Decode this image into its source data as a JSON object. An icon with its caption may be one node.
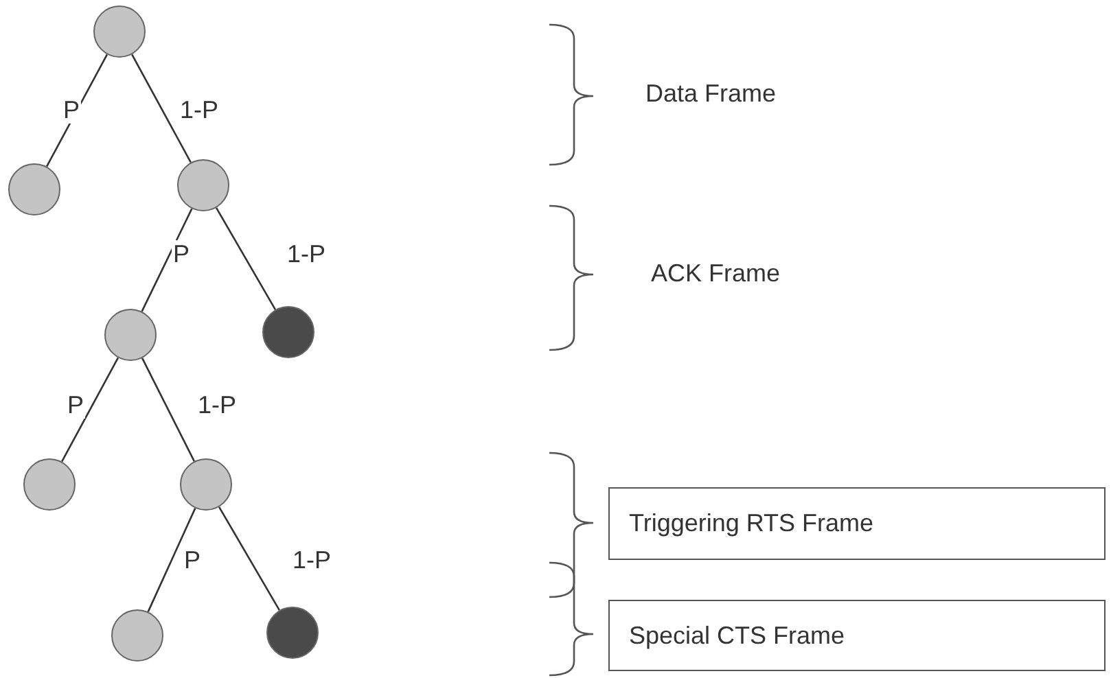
{
  "diagram": {
    "nodes": [
      {
        "text": [],
        "shape": "circle"
      },
      {
        "text": [],
        "shape": "circle"
      },
      {
        "text": [],
        "shape": "circle"
      },
      {
        "text": [],
        "shape": "circle"
      },
      {
        "text": [],
        "shape": "circle"
      },
      {
        "text": [],
        "shape": "circle"
      },
      {
        "text": [],
        "shape": "circle"
      },
      {
        "text": [],
        "shape": "circle"
      },
      {
        "text": [],
        "shape": "circle"
      },
      {
        "text": [
          "Triggering RTS Frame"
        ]
      },
      {
        "text": [
          "Special CTS Frame"
        ]
      }
    ],
    "edges": [
      {
        "from": 0,
        "to": 1,
        "arrow": "none",
        "label": "P"
      },
      {
        "from": 0,
        "to": 2,
        "arrow": "none",
        "label": "1-P"
      },
      {
        "from": 2,
        "to": 3,
        "arrow": "none",
        "label": "P"
      },
      {
        "from": 2,
        "to": 4,
        "arrow": "none",
        "label": "1-P"
      },
      {
        "from": 3,
        "to": 5,
        "arrow": "none",
        "label": "P"
      },
      {
        "from": 3,
        "to": 6,
        "arrow": "none",
        "label": "1-P"
      },
      {
        "from": 6,
        "to": 7,
        "arrow": "none",
        "label": "P"
      },
      {
        "from": 6,
        "to": 8,
        "arrow": "none",
        "label": "1-P"
      }
    ],
    "labels": [
      "Data Frame",
      "ACK Frame"
    ]
  }
}
